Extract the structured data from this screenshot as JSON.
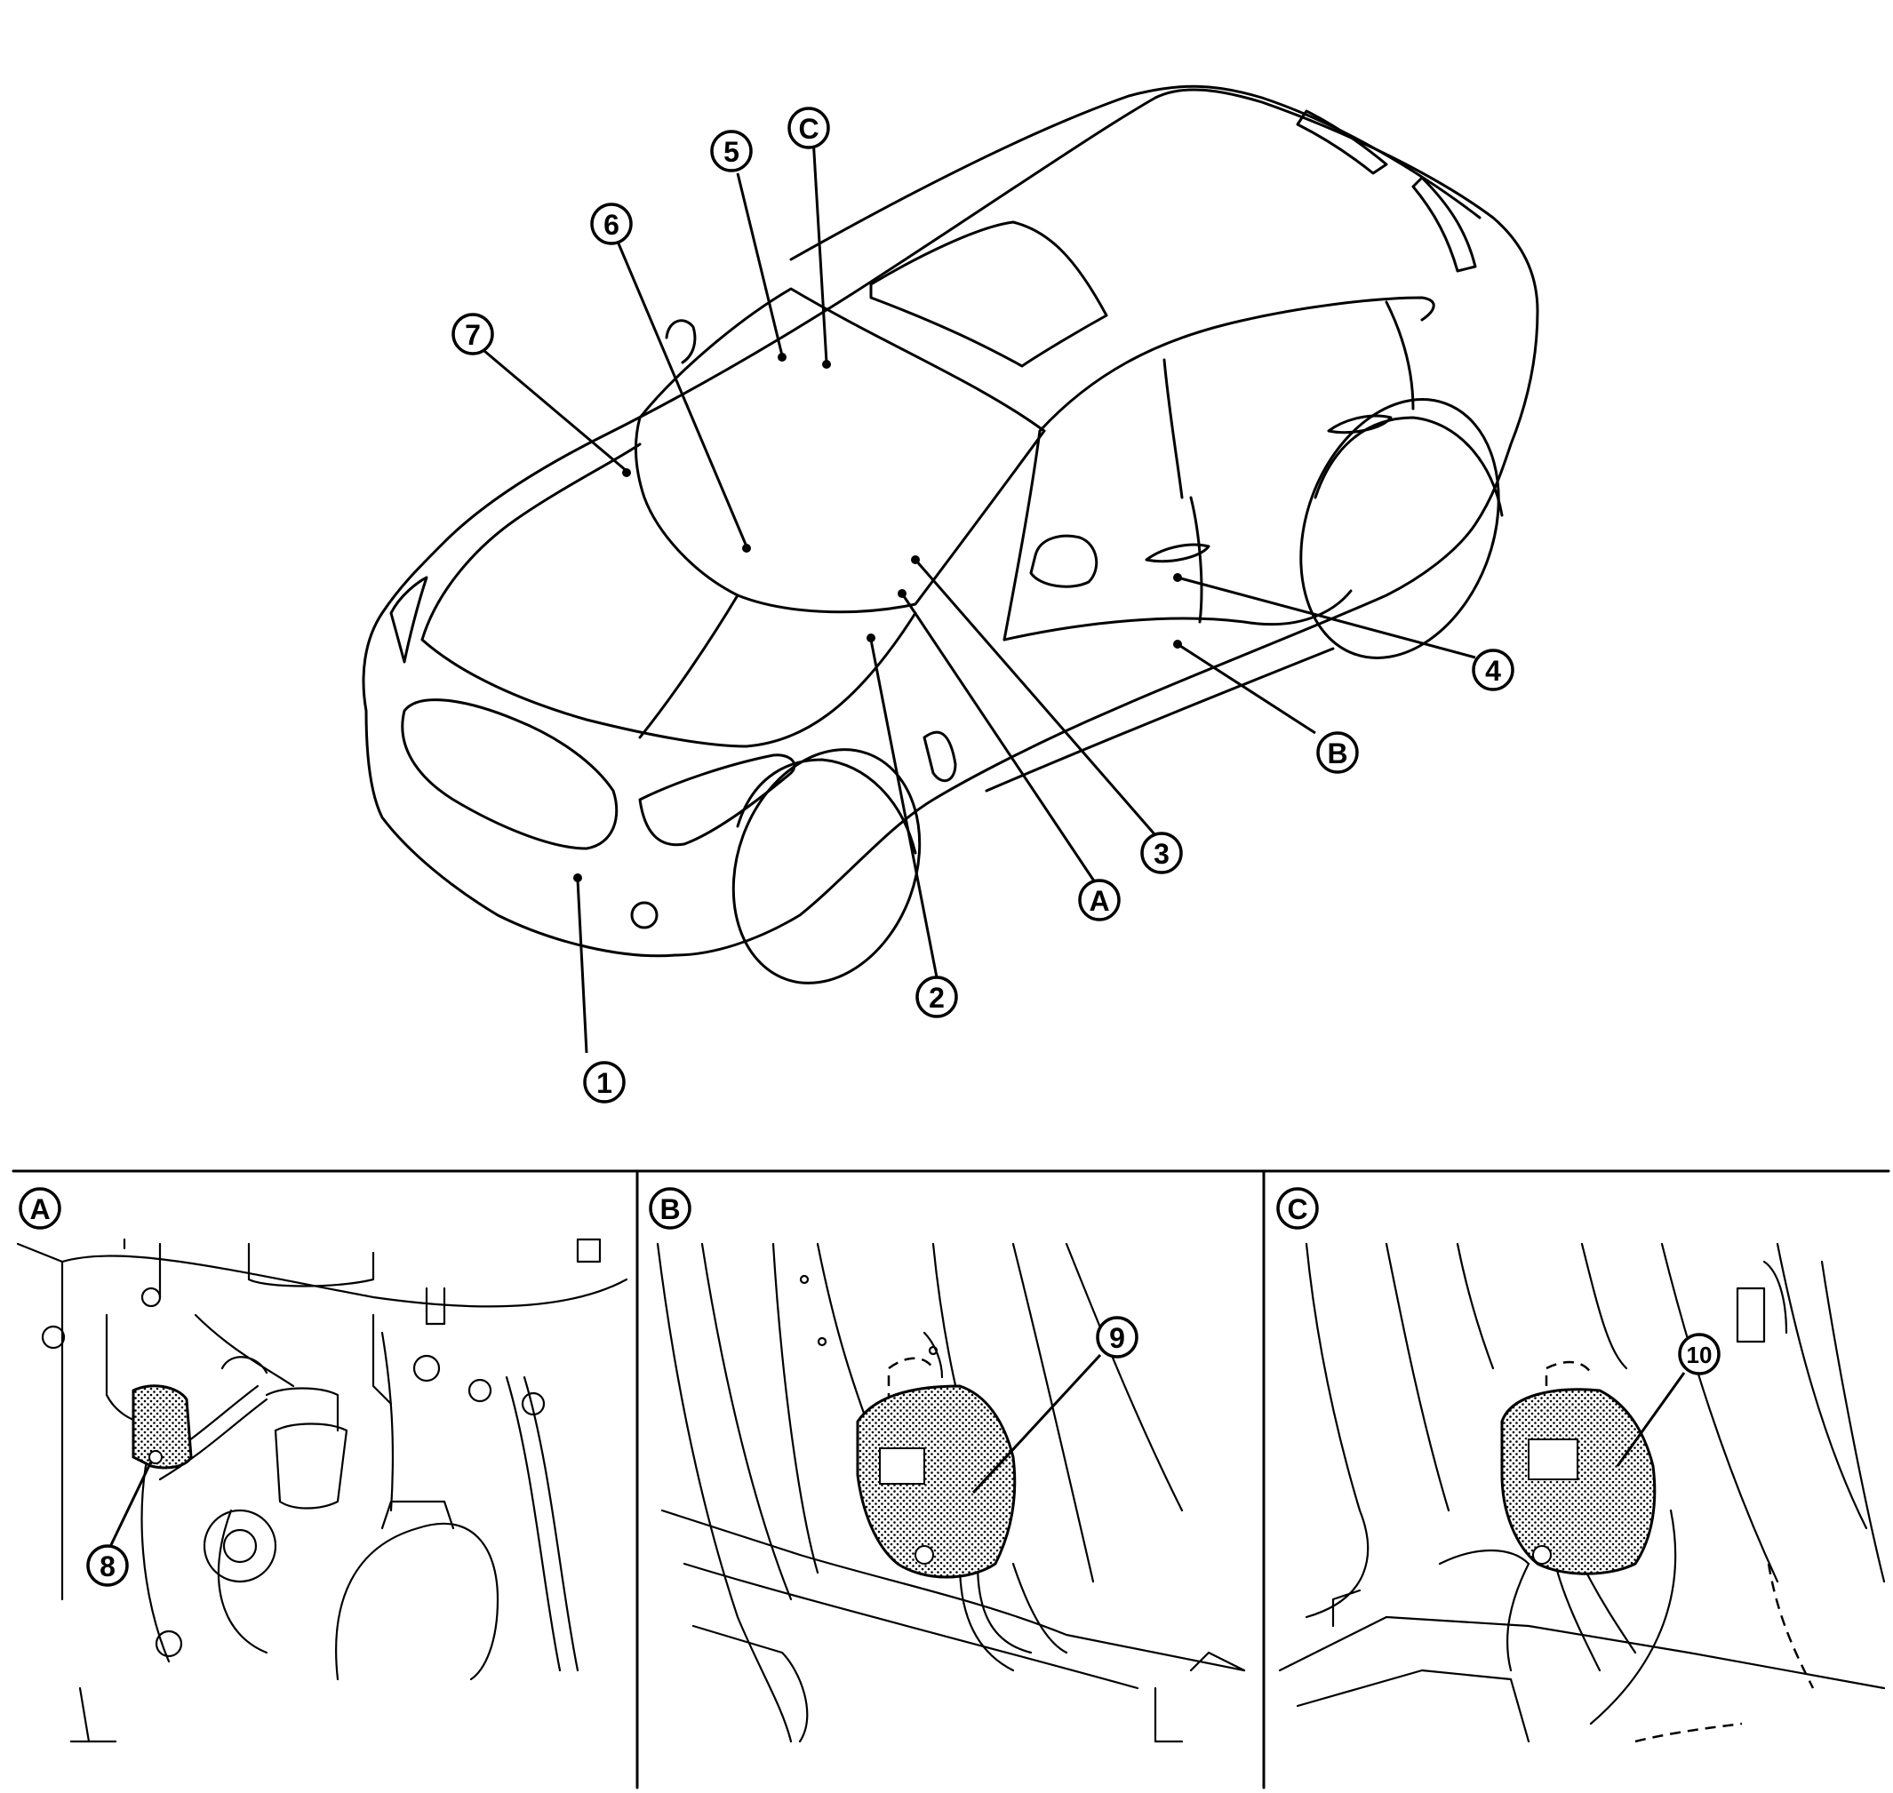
{
  "callouts": {
    "c1": "1",
    "c2": "2",
    "c3": "3",
    "c4": "4",
    "c5": "5",
    "c6": "6",
    "c7": "7",
    "c8": "8",
    "c9": "9",
    "c10": "10",
    "cA": "A",
    "cB": "B",
    "cC": "C"
  },
  "panels": {
    "a_label": "A",
    "b_label": "B",
    "c_label": "C"
  }
}
